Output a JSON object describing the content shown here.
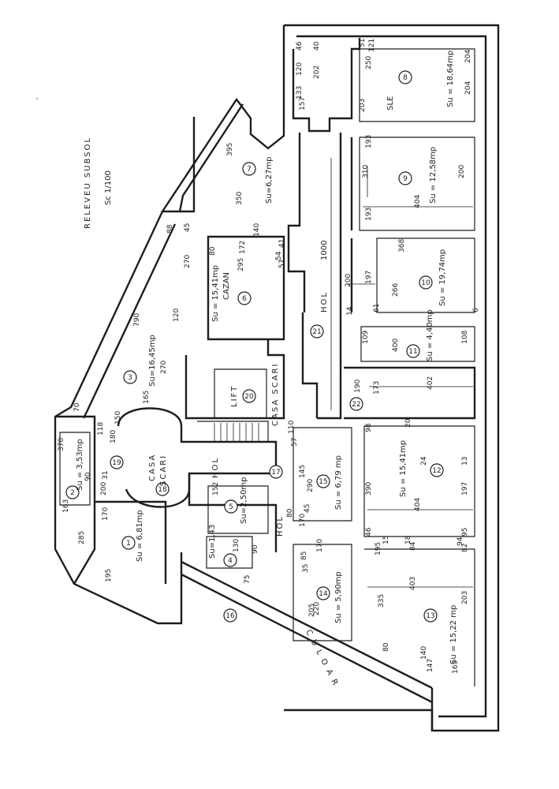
{
  "title": "RELEVEU SUBSOL",
  "scale": "Sc 1/100",
  "hatch_mark": "´",
  "rooms": [
    {
      "number": "1",
      "area": "Su = 6,81mp"
    },
    {
      "number": "2",
      "area": "Su = 3,53mp"
    },
    {
      "number": "3",
      "area": "Su=16,45mp"
    },
    {
      "number": "4",
      "area": "Su=1,43"
    },
    {
      "number": "5",
      "area": "Su=2,50mp"
    },
    {
      "number": "6",
      "area": "Su = 15,41mp",
      "label": "CAZAN"
    },
    {
      "number": "7",
      "area": "Su=6,27mp"
    },
    {
      "number": "8",
      "area": "Su = 18,64mp"
    },
    {
      "number": "9",
      "area": "Su = 12,58mp"
    },
    {
      "number": "10",
      "area": "Su = 19,74mp"
    },
    {
      "number": "11",
      "area": "Su = 4,40mp"
    },
    {
      "number": "12",
      "area": "Su = 15,41mp"
    },
    {
      "number": "13",
      "area": "Su = 15,22 mp"
    },
    {
      "number": "14",
      "area": "Su = 5,90mp"
    },
    {
      "number": "15",
      "area": "Su = 6,79 mp"
    },
    {
      "number": "16"
    },
    {
      "number": "17"
    },
    {
      "number": "18",
      "label": "CASA SCARI"
    },
    {
      "number": "19"
    },
    {
      "number": "20",
      "label": "LIFT"
    },
    {
      "number": "21",
      "label": "HOL"
    },
    {
      "number": "22"
    }
  ],
  "labels": {
    "hol_main": "HOL",
    "hol_main_dim": "1000",
    "casa_scari": "CASA SCARI",
    "hol_lower": "HOL",
    "hol_small": "HOL",
    "culoar": "C U L O A R",
    "casa_scari_left_1": "CASA",
    "casa_scari_left_2": "SCARI",
    "sle": "SLE"
  },
  "dimensions": [
    "790",
    "270",
    "120",
    "88",
    "45",
    "270",
    "165",
    "70",
    "150",
    "118",
    "180",
    "370",
    "163",
    "285",
    "170",
    "195",
    "31",
    "200",
    "90",
    "395",
    "350",
    "140",
    "172",
    "295",
    "80",
    "41",
    "57",
    "14",
    "54",
    "120",
    "133",
    "157",
    "202",
    "40",
    "46",
    "51",
    "250",
    "121",
    "204",
    "204",
    "203",
    "193",
    "310",
    "200",
    "193",
    "404",
    "200",
    "197",
    "266",
    "368",
    "109",
    "400",
    "108",
    "190",
    "173",
    "402",
    "98",
    "390",
    "197",
    "404",
    "145",
    "290",
    "170",
    "110",
    "57",
    "152",
    "130",
    "90",
    "80",
    "45",
    "335",
    "403",
    "203",
    "195",
    "170",
    "220",
    "205",
    "35",
    "85",
    "75",
    "165",
    "147",
    "140",
    "80",
    "20",
    "24",
    "15",
    "18",
    "13",
    "95",
    "94",
    "84",
    "46",
    "82",
    "61",
    "6"
  ]
}
